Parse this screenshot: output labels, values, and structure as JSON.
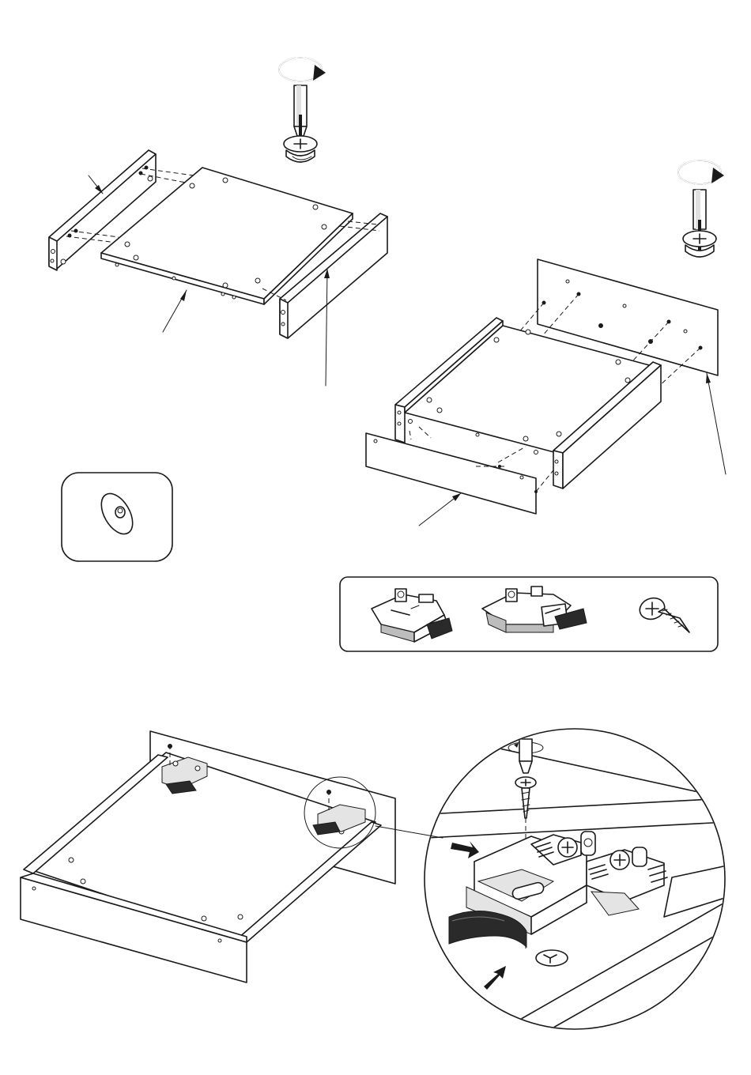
{
  "document": {
    "type": "assembly-instruction-page",
    "text_labels": []
  },
  "steps": [
    {
      "name": "attach-side-panels-to-drawer-bottom",
      "tool": "phillips-screwdriver",
      "fasteners": [
        "cam-lock",
        "cam-bolt"
      ]
    },
    {
      "name": "attach-front-and-back-panels",
      "tool": "phillips-screwdriver",
      "fasteners": [
        "cam-lock",
        "cam-bolt"
      ]
    },
    {
      "name": "mount-soft-close-drawer-slide-clips",
      "fasteners": [
        "slide-clip-left",
        "slide-clip-right",
        "wood-screw"
      ]
    }
  ],
  "colors": {
    "line": "#1a1a1a",
    "background": "#ffffff",
    "dark-fill": "#2a2a2a",
    "shade": "#bdbdbd"
  }
}
